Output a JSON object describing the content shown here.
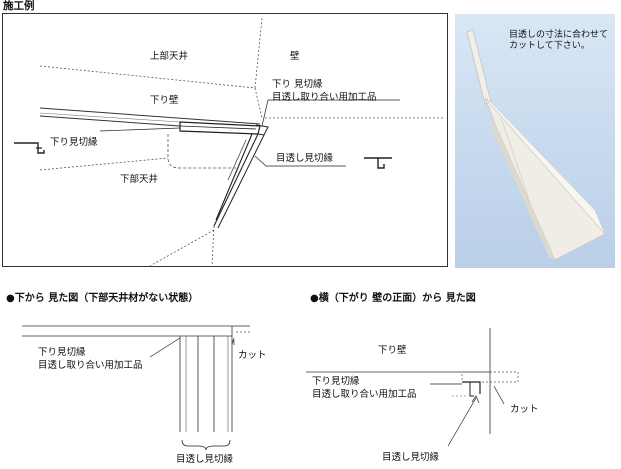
{
  "header": {
    "title": "施工例"
  },
  "main_drawing": {
    "upper_ceiling": "上部天井",
    "wall": "壁",
    "drop_wall": "下り壁",
    "drop_trim_label_line1": "下り 見切縁",
    "drop_trim_label_line2": "目透し取り合い用加工品",
    "drop_trim": "下り見切縁",
    "reveal_trim": "目透し見切縁",
    "lower_ceiling": "下部天井"
  },
  "photo": {
    "caption_line1": "目透しの寸法に合わせて",
    "caption_line2": "カットして下さい。"
  },
  "bottom_view": {
    "title": "●下から 見た図（下部天井材がない状態）",
    "label_line1": "下り見切縁",
    "label_line2": "目透し取り合い用加工品",
    "cut": "カット",
    "reveal_trim": "目透し見切縁"
  },
  "side_view": {
    "title": "●横（下がり 壁の正面）から 見た図",
    "drop_wall": "下り壁",
    "label_line1": "下り見切縁",
    "label_line2": "目透し取り合い用加工品",
    "cut": "カット",
    "reveal_trim": "目透し見切縁"
  }
}
